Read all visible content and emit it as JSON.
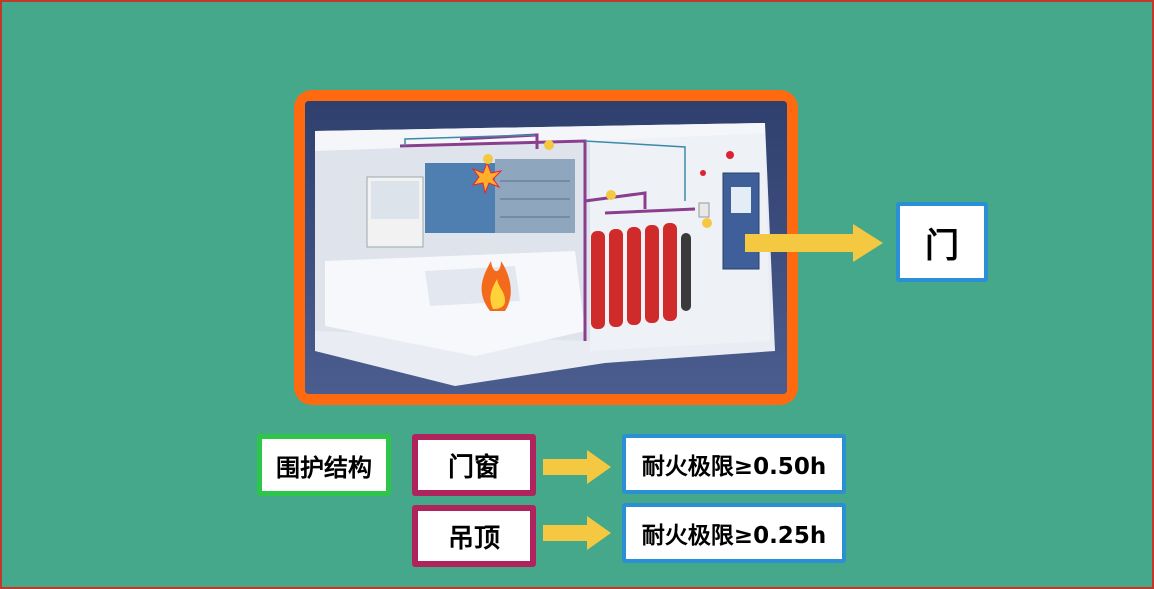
{
  "door_label": "门",
  "envelope_label": "围护结构",
  "rows": [
    {
      "item": "门窗",
      "requirement": "耐火极限≥0.50h"
    },
    {
      "item": "吊顶",
      "requirement": "耐火极限≥0.25h"
    }
  ],
  "colors": {
    "background": "#45a88a",
    "photo_frame": "#ff6a10",
    "arrow": "#f5c842",
    "door_box_border": "#2b8fd6",
    "envelope_box_border": "#2ec64a",
    "item_box_border": "#b0245e",
    "requirement_box_border": "#2b8fd6"
  }
}
